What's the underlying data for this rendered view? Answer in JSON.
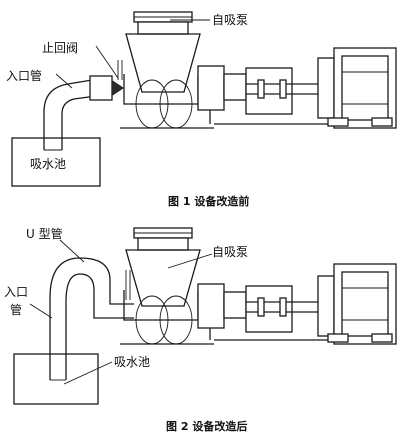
{
  "figure1": {
    "caption": "图 1   设备改造前",
    "labels": {
      "self_priming_pump": "自吸泵",
      "check_valve": "止回阀",
      "inlet_pipe": "入口管",
      "suction_pool": "吸水池"
    }
  },
  "figure2": {
    "caption": "图 2   设备改造后",
    "labels": {
      "u_pipe": "U 型管",
      "self_priming_pump": "自吸泵",
      "inlet_pipe_line1": "入口",
      "inlet_pipe_line2": "管",
      "suction_pool": "吸水池"
    }
  }
}
